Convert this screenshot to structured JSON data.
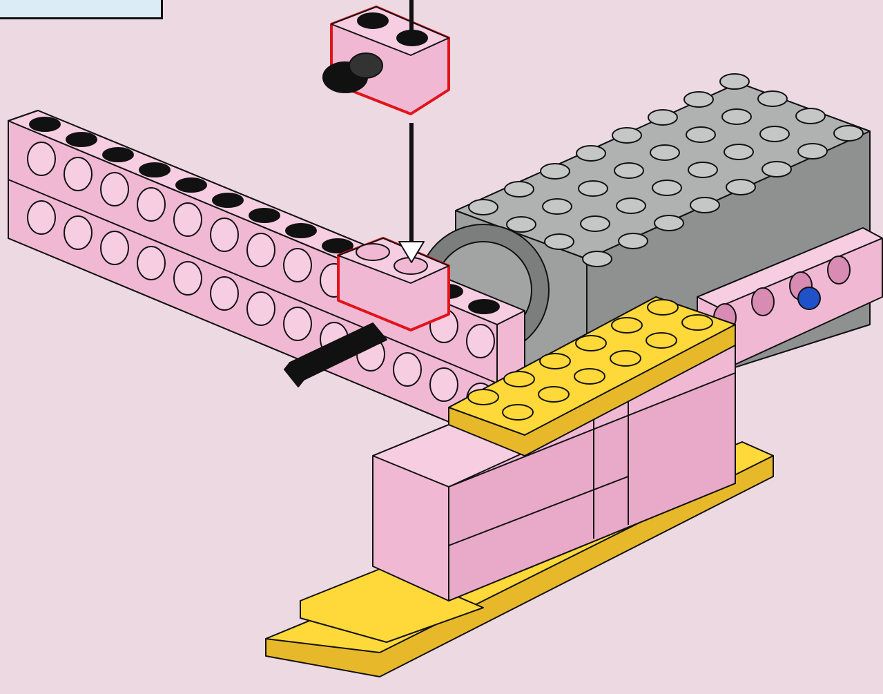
{
  "figure": {
    "kind": "assembly-instruction-step",
    "colors": {
      "background": "#ecd9e2",
      "pink": "#f1b8d4",
      "pink_shade": "#e2a0c1",
      "yellow": "#ffd83a",
      "yellow_shade": "#e7b92a",
      "gray": "#a4a6a6",
      "gray_shade": "#8a8c8c",
      "black": "#111111",
      "highlight": "#e0141a",
      "pin_blue": "#1f52c8"
    },
    "parts": [
      {
        "name": "pink-technic-beam",
        "color": "pink"
      },
      {
        "name": "gray-battery-box",
        "color": "gray"
      },
      {
        "name": "gear",
        "color": "gray"
      },
      {
        "name": "pink-beam-right",
        "color": "pink"
      },
      {
        "name": "blue-pin",
        "color": "pin_blue"
      },
      {
        "name": "black-axle",
        "color": "black"
      },
      {
        "name": "yellow-plate-upper",
        "color": "yellow"
      },
      {
        "name": "pink-brick-stack",
        "color": "pink"
      },
      {
        "name": "yellow-plate-base",
        "color": "yellow"
      },
      {
        "name": "new-pink-brick-with-pin",
        "color": "pink",
        "highlighted": true
      },
      {
        "name": "target-position",
        "color": "pink",
        "highlighted": true
      }
    ],
    "arrows": [
      {
        "name": "insertion-arrow",
        "direction": "down"
      }
    ]
  }
}
